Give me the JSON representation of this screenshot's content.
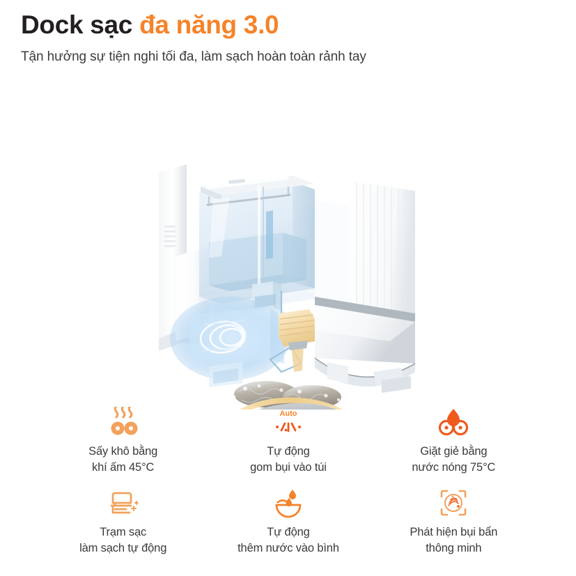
{
  "header": {
    "title_plain": "Dock sạc ",
    "title_accent": "đa năng 3.0",
    "subtitle": "Tận hưởng sự tiện nghi tối đa, làm sạch hoàn toàn rảnh tay"
  },
  "colors": {
    "accent_orange": "#F5832A",
    "accent_orange_light": "#F2A25C",
    "accent_red_orange": "#F05A1E",
    "heading_dark": "#231F20",
    "body_text": "#3a3a3a",
    "background": "#FFFFFF",
    "product_white": "#FFFFFF",
    "product_shadow_gray": "#C9CED3",
    "glow_blue": "#BBD9F2",
    "tank_blue": "#D6E6F4",
    "bag_beige": "#F2D9A8",
    "base_gray": "#B9BEC2"
  },
  "product": {
    "alt": "Exploded view render of multifunction charging dock: water tank, fan blower, dust bag, mop pads, base tray",
    "parts": [
      "top-water-tank",
      "upper-housing-panel",
      "side-cover-panel",
      "blower-fan-glow",
      "dust-bag",
      "hose-clip",
      "mop-pads",
      "base-plate",
      "wash-tray"
    ]
  },
  "features": [
    {
      "id": "warm-air-drying",
      "icon": "heat-dry-icon",
      "icon_label": "",
      "line1": "Sấy khô bằng",
      "line2": "khí ấm 45°C"
    },
    {
      "id": "auto-dust-collection",
      "icon": "auto-dust-icon",
      "icon_label": "Auto",
      "line1": "Tự động",
      "line2": "gom bụi vào túi"
    },
    {
      "id": "hot-water-mop-wash",
      "icon": "hot-wash-icon",
      "icon_label": "",
      "line1": "Giặt giẻ bằng",
      "line2": "nước nóng 75°C"
    },
    {
      "id": "self-cleaning-dock",
      "icon": "dock-clean-icon",
      "icon_label": "",
      "line1": "Trạm sạc",
      "line2": "làm sạch tự động"
    },
    {
      "id": "auto-water-refill",
      "icon": "water-refill-icon",
      "icon_label": "",
      "line1": "Tự động",
      "line2": "thêm nước vào bình"
    },
    {
      "id": "smart-dirt-detection",
      "icon": "dirt-scan-icon",
      "icon_label": "",
      "line1": "Phát hiện bụi bẩn",
      "line2": "thông minh"
    }
  ]
}
